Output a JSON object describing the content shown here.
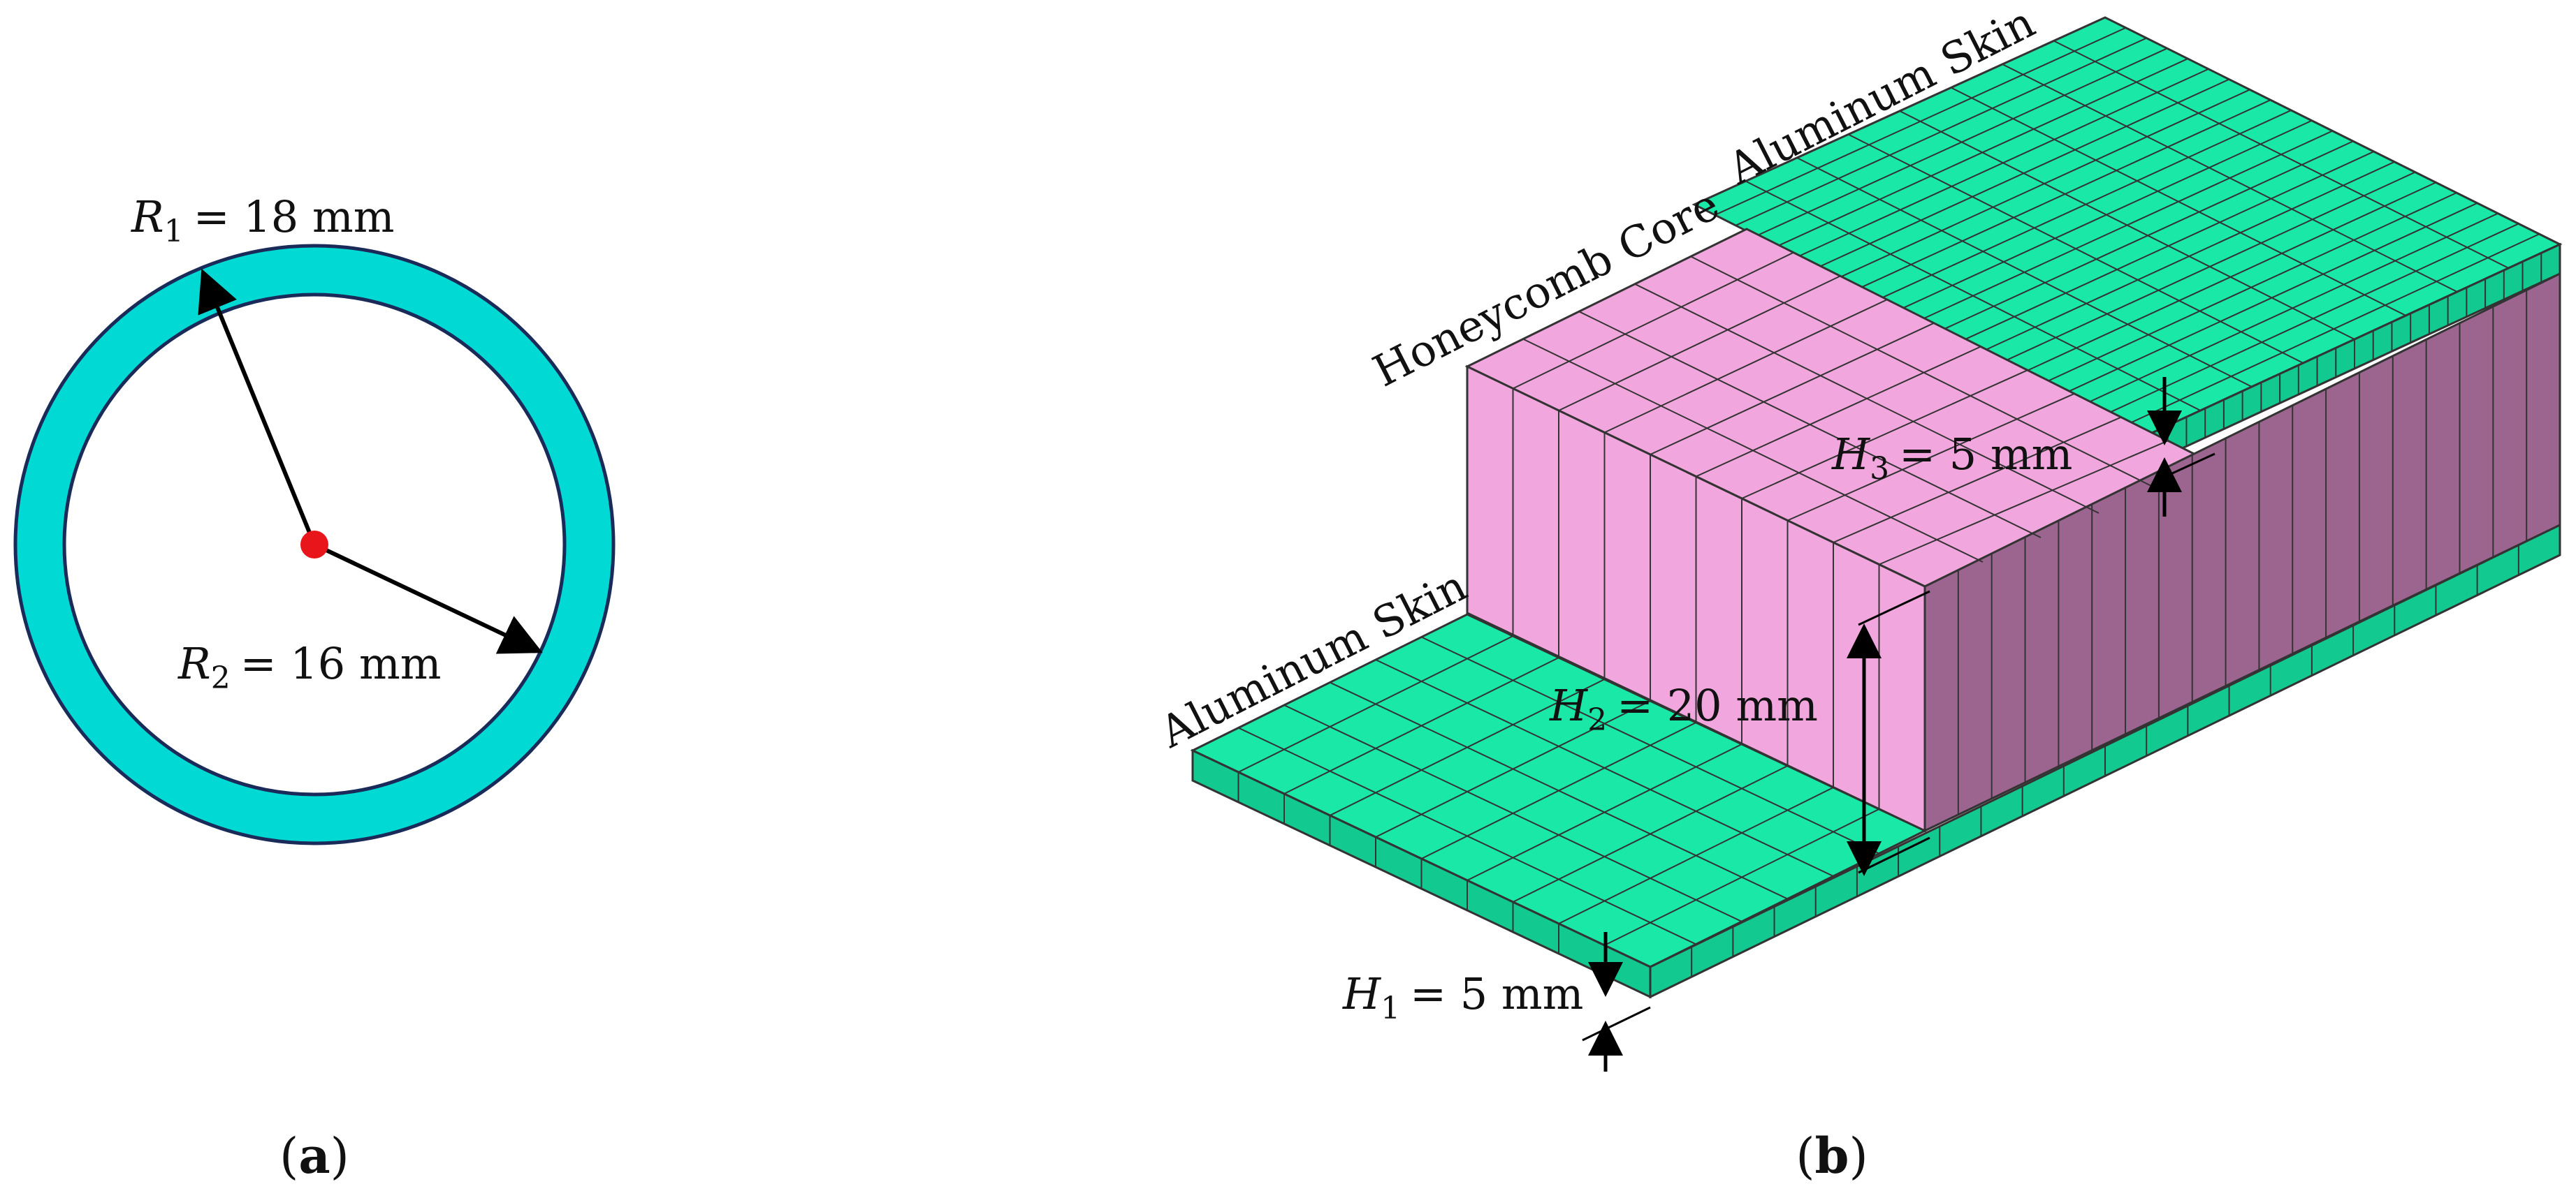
{
  "panel_a": {
    "caption_label": "a",
    "r1": {
      "symbol": "R",
      "subscript": "1",
      "value": "= 18 mm"
    },
    "r2": {
      "symbol": "R",
      "subscript": "2",
      "value": "= 16 mm"
    },
    "colors": {
      "ring": "#00d9d4",
      "ring_edge": "#1a2b5a",
      "center": "#e8161b",
      "arrow": "#000000"
    }
  },
  "panel_b": {
    "caption_label": "b",
    "labels": {
      "top_skin": "Aluminum Skin",
      "core": "Honeycomb Core",
      "bottom_skin": "Aluminum Skin"
    },
    "h1": {
      "symbol": "H",
      "subscript": "1",
      "value": "= 5 mm"
    },
    "h2": {
      "symbol": "H",
      "subscript": "2",
      "value": "= 20 mm"
    },
    "h3": {
      "symbol": "H",
      "subscript": "3",
      "value": "= 5 mm"
    },
    "colors": {
      "skin": "#19e8a6",
      "skin_side": "#12c98f",
      "core_top": "#f2a6de",
      "core_front": "#f2a6de",
      "core_side": "#9c6590",
      "mesh": "#333333"
    }
  }
}
